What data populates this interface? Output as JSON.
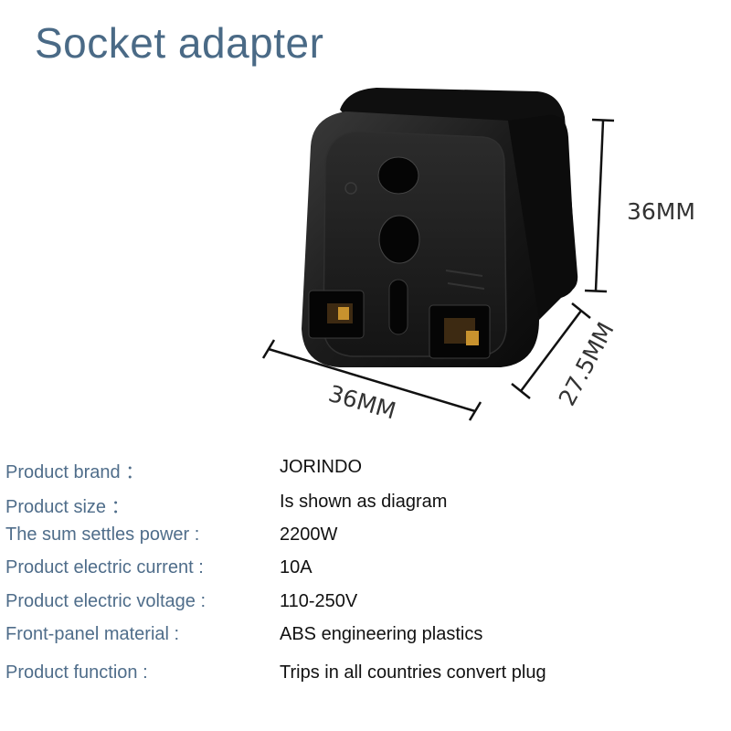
{
  "title": "Socket adapter",
  "dimensions": {
    "height_label": "36MM",
    "width_label": "36MM",
    "depth_label": "27.5MM"
  },
  "specs": [
    {
      "key": "Product brand ：",
      "value": "JORINDO"
    },
    {
      "key": "Product size ：",
      "value": "Is shown as diagram"
    },
    {
      "key": "The sum settles power :",
      "value": "2200W"
    },
    {
      "key": "Product electric current :",
      "value": "10A"
    },
    {
      "key": "Product electric voltage :",
      "value": "110-250V"
    },
    {
      "key": "Front-panel material :",
      "value": "ABS engineering plastics"
    },
    {
      "key": "Product function :",
      "value": "Trips in all countries convert plug"
    }
  ],
  "colors": {
    "title": "#4a6a86",
    "spec_key": "#4f6d8a",
    "spec_value": "#111111",
    "adapter_body": "#1a1a1a"
  }
}
